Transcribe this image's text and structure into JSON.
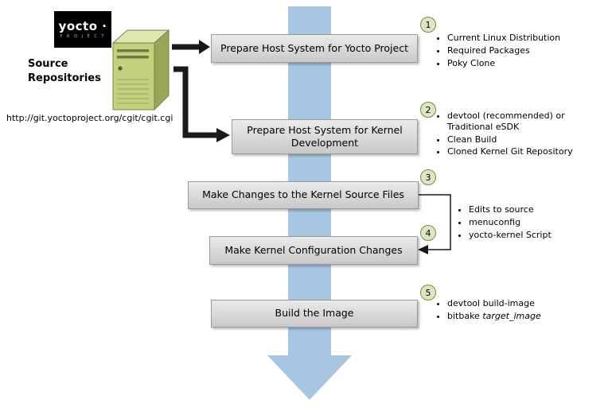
{
  "logo": {
    "wordmark": "yocto ·",
    "subtext": "P R O J E C T"
  },
  "source": {
    "title": "Source Repositories",
    "url": "http://git.yoctoproject.org/cgit/cgit.cgi"
  },
  "steps": [
    {
      "num": "1",
      "label": "Prepare Host System for Yocto Project",
      "bullets": [
        "Current Linux Distribution",
        "Required Packages",
        "Poky Clone"
      ]
    },
    {
      "num": "2",
      "label": "Prepare Host System for Kernel Development",
      "bullets": [
        "devtool (recommended) or Traditional eSDK",
        "Clean Build",
        "Cloned Kernel Git Repository"
      ]
    },
    {
      "num": "3",
      "label": "Make Changes to the Kernel Source Files"
    },
    {
      "num": "4",
      "label": "Make Kernel Configuration Changes"
    },
    {
      "num": "5",
      "label": "Build the Image",
      "bullets": [
        "devtool build-image"
      ],
      "bitbake_prefix": "bitbake ",
      "bitbake_target": "target_image"
    }
  ],
  "shared_bullets_steps_3_4": [
    "Edits to source",
    "menuconfig",
    "yocto-kernel Script"
  ],
  "colors": {
    "flow_arrow_blue": "#a8c5e2",
    "box_fill": "#d8d8d8",
    "box_border": "#9b9b9b",
    "circle_fill": "#dde6c3",
    "circle_border": "#7a8a4e",
    "connector_black": "#1a1a1a"
  }
}
